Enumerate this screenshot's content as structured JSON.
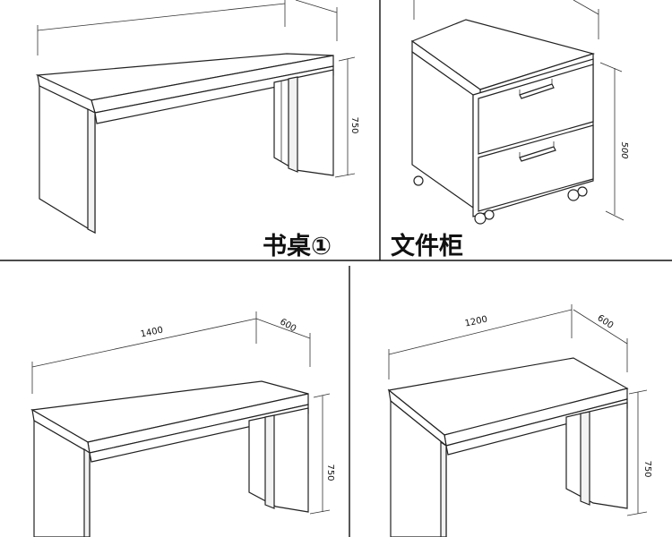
{
  "labels": {
    "desk1_title": "书桌①",
    "cabinet_title": "文件柜"
  },
  "dimensions": {
    "desk1_height": "750",
    "cabinet_height": "500",
    "desk2_width": "1400",
    "desk2_depth": "600",
    "desk2_height": "750",
    "desk3_width": "1200",
    "desk3_depth": "600",
    "desk3_height": "750"
  }
}
